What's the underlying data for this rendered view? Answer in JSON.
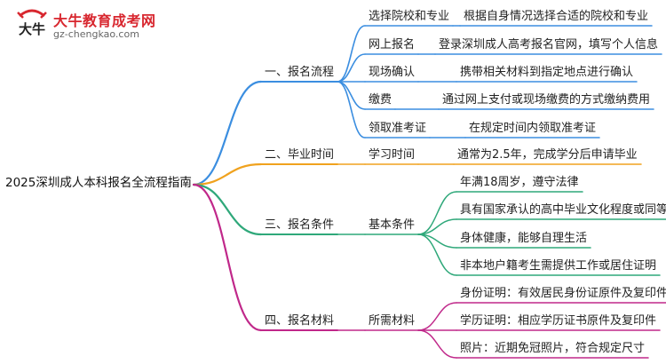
{
  "logo": {
    "name": "大牛教育成考网",
    "url": "gz-chengkao.com",
    "mark_text": "大牛"
  },
  "root": "2025深圳成人本科报名全流程指南",
  "colors": {
    "b1": "#3b8ee0",
    "b2": "#f0a21e",
    "b3": "#2fa87a",
    "b4": "#c0288a"
  },
  "branches": [
    {
      "id": "b1",
      "label": "一、报名流程",
      "children": [
        {
          "label": "选择院校和专业",
          "detail": "根据自身情况选择合适的院校和专业"
        },
        {
          "label": "网上报名",
          "detail": "登录深圳成人高考报名官网，填写个人信息"
        },
        {
          "label": "现场确认",
          "detail": "携带相关材料到指定地点进行确认"
        },
        {
          "label": "缴费",
          "detail": "通过网上支付或现场缴费的方式缴纳费用"
        },
        {
          "label": "领取准考证",
          "detail": "在规定时间内领取准考证"
        }
      ]
    },
    {
      "id": "b2",
      "label": "二、毕业时间",
      "children": [
        {
          "label": "学习时间",
          "detail": "通常为2.5年，完成学分后申请毕业"
        }
      ]
    },
    {
      "id": "b3",
      "label": "三、报名条件",
      "children": [
        {
          "label": "基本条件",
          "details": [
            "年满18周岁，遵守法律",
            "具有国家承认的高中毕业文化程度或同等学力",
            "身体健康，能够自理生活",
            "非本地户籍考生需提供工作或居住证明"
          ]
        }
      ]
    },
    {
      "id": "b4",
      "label": "四、报名材料",
      "children": [
        {
          "label": "所需材料",
          "details": [
            "身份证明：有效居民身份证原件及复印件",
            "学历证明：相应学历证书原件及复印件",
            "照片：近期免冠照片，符合规定尺寸"
          ]
        }
      ]
    }
  ]
}
